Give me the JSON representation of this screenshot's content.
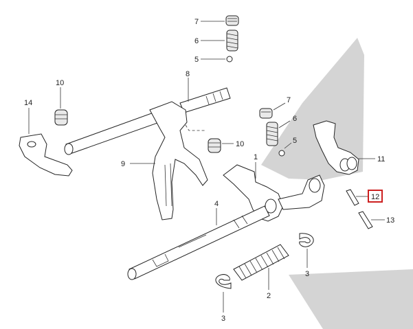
{
  "diagram": {
    "highlight_color": "#cc1f1f",
    "shade_color": "#d4d4d4",
    "callouts": {
      "c7a": "7",
      "c6a": "6",
      "c5a": "5",
      "c8": "8",
      "c10a": "10",
      "c14": "14",
      "c7b": "7",
      "c6b": "6",
      "c5b": "5",
      "c10b": "10",
      "c11": "11",
      "c9": "9",
      "c1": "1",
      "c12": "12",
      "c13": "13",
      "c4": "4",
      "c3a": "3",
      "c2": "2",
      "c3b": "3"
    },
    "highlighted_callout": "12"
  }
}
